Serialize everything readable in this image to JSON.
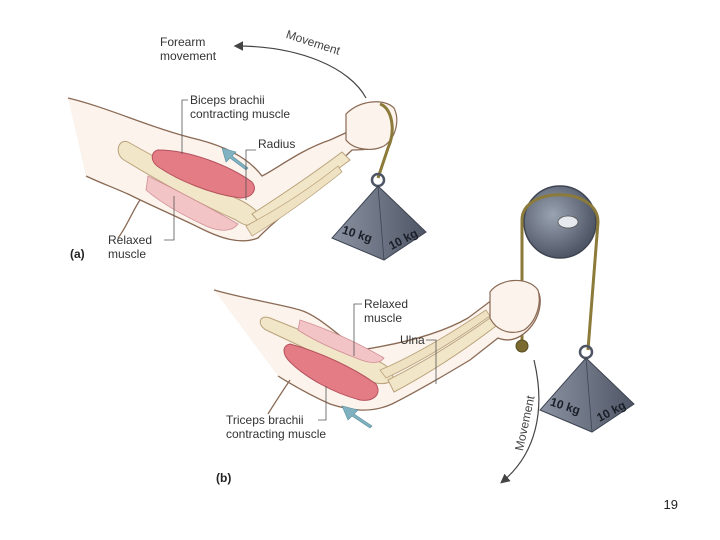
{
  "panel_a": {
    "letter": "(a)",
    "forearm_movement": [
      "Forearm",
      "movement"
    ],
    "movement": "Movement",
    "biceps": [
      "Biceps brachii",
      "contracting muscle"
    ],
    "radius": "Radius",
    "relaxed": [
      "Relaxed",
      "muscle"
    ],
    "weight_label": "10 kg"
  },
  "panel_b": {
    "letter": "(b)",
    "relaxed": [
      "Relaxed",
      "muscle"
    ],
    "ulna": "Ulna",
    "triceps": [
      "Triceps brachii",
      "contracting muscle"
    ],
    "movement": "Movement",
    "weight_label": "10 kg"
  },
  "page_number": "19",
  "colors": {
    "skin_outline": "#8a6a55",
    "muscle": "#e88a92",
    "bone": "#f2e6c8",
    "weight": "#6d7585",
    "rope": "#8b7a3a",
    "arrow_blue": "#7fb1c0"
  }
}
